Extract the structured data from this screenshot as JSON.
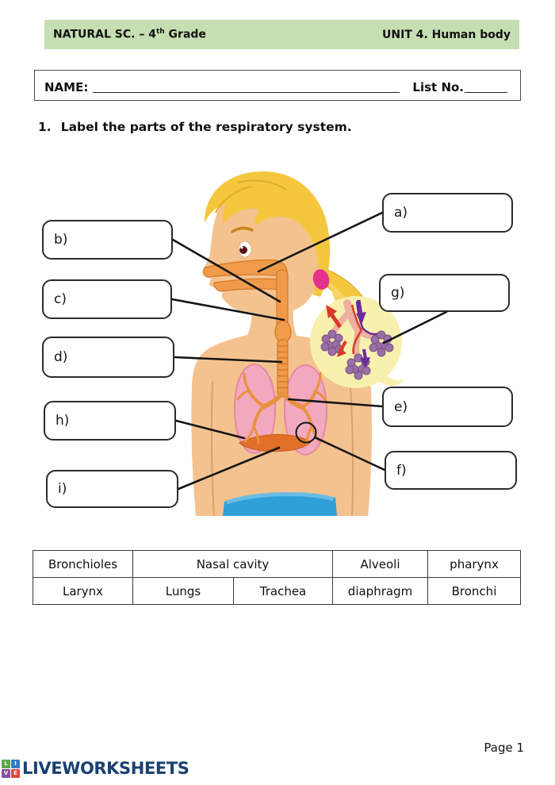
{
  "colors": {
    "header_bg": "#c6dfb2",
    "box_border": "#2b2b2b",
    "line_color": "#151515",
    "skin": "#f4c28f",
    "skin_shadow": "#dfa06b",
    "hair": "#f5c73e",
    "hair_dark": "#e3a928",
    "scrunchie": "#e5308c",
    "lungs": "#f3a9bd",
    "lungs_edge": "#e587a5",
    "airway": "#ef9b4a",
    "airway_edge": "#d57722",
    "bronchi": "#e8913f",
    "diaphragm": "#e2702a",
    "shorts": "#2f9fd8",
    "shorts_light": "#6bbce6",
    "zoom_bg": "#f8f1ae",
    "alveoli": "#9a6fa5",
    "alveoli_edge": "#7b5389",
    "tube": "#eeb0a0",
    "red_arrow": "#d93a2b",
    "purple_arrow": "#6a2d9e",
    "brand_navy": "#1b4071",
    "logo_green": "#58a942",
    "logo_blue": "#3779c2",
    "logo_violet": "#8a4f9e",
    "logo_red": "#e2453a"
  },
  "header": {
    "left_main": "NATURAL SC. – 4",
    "left_sup": "th",
    "left_tail": " Grade",
    "right": "UNIT 4. Human body"
  },
  "name_row": {
    "label": "NAME:",
    "list_label": "List No."
  },
  "task": {
    "number": "1.",
    "text": "Label the parts of the respiratory system."
  },
  "label_boxes": [
    {
      "letter": "a)"
    },
    {
      "letter": "b)"
    },
    {
      "letter": "c)"
    },
    {
      "letter": "d)"
    },
    {
      "letter": "e)"
    },
    {
      "letter": "f)"
    },
    {
      "letter": "g)"
    },
    {
      "letter": "h)"
    },
    {
      "letter": "i)"
    }
  ],
  "word_bank": {
    "row1": [
      "Bronchioles",
      "Nasal cavity",
      "Alveoli",
      "pharynx"
    ],
    "row2": [
      "Larynx",
      "Lungs",
      "Trachea",
      "diaphragm",
      "Bronchi"
    ]
  },
  "footer": {
    "page_label": "Page 1",
    "brand": "LIVEWORKSHEETS",
    "logo_letters": [
      "L",
      "I",
      "V",
      "E"
    ]
  }
}
